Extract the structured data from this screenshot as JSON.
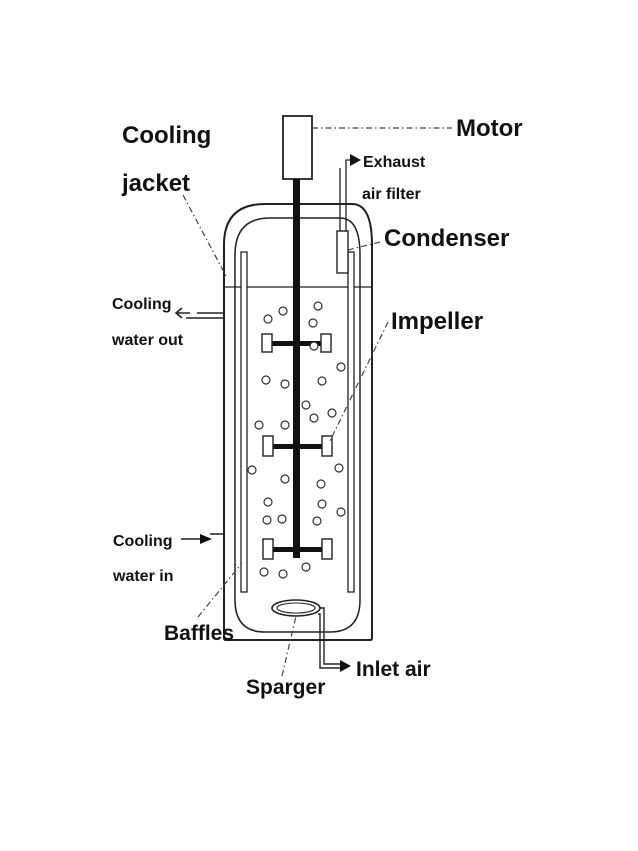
{
  "labels": {
    "motor": "Motor",
    "cooling_jacket": [
      "Cooling",
      "jacket"
    ],
    "exhaust_air_filter": [
      "Exhaust",
      "air filter"
    ],
    "condenser": "Condenser",
    "cooling_water_out": [
      "Cooling",
      "water out"
    ],
    "impeller": "Impeller",
    "cooling_water_in": [
      "Cooling",
      "water in"
    ],
    "baffles": "Baffles",
    "sparger": "Sparger",
    "inlet_air": "Inlet air"
  },
  "colors": {
    "line": "#222222",
    "shaft": "#111111",
    "background": "#ffffff"
  }
}
